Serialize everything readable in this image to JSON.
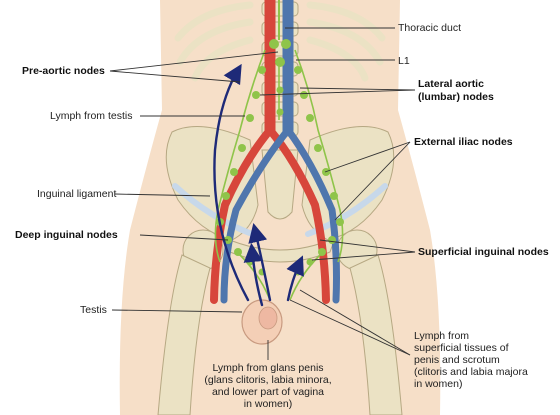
{
  "labels": {
    "thoracic_duct": "Thoracic duct",
    "l1": "L1",
    "pre_aortic": "Pre-aortic nodes",
    "lateral_aortic_1": "Lateral aortic",
    "lateral_aortic_2": "(lumbar) nodes",
    "lymph_testis": "Lymph from testis",
    "external_iliac": "External iliac nodes",
    "inguinal_ligament": "Inguinal ligament",
    "deep_inguinal": "Deep inguinal nodes",
    "superficial_inguinal": "Superficial inguinal nodes",
    "testis": "Testis",
    "glans_1": "Lymph from glans penis",
    "glans_2": "(glans clitoris, labia minora,",
    "glans_3": "and lower part of vagina",
    "glans_4": "in women)",
    "superficial_1": "Lymph from",
    "superficial_2": "superficial tissues of",
    "superficial_3": "penis and scrotum",
    "superficial_4": "(clitoris and labia majora",
    "superficial_5": "in women)"
  },
  "colors": {
    "skin": "#f6dfc8",
    "bone": "#ebe2c4",
    "bone_outline": "#b6a883",
    "artery": "#d7463b",
    "vein": "#4f76ad",
    "lymph_node": "#8fc44a",
    "lymph_arrow": "#1e2a78",
    "ligament": "#c7d8ea",
    "leader_line": "#333333"
  }
}
